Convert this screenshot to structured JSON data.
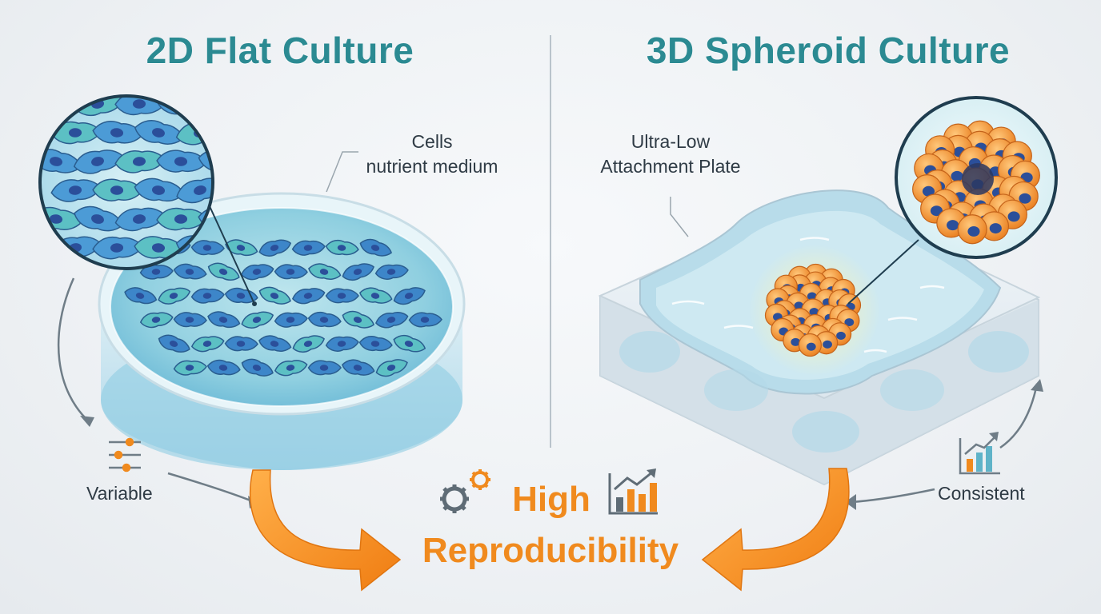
{
  "left_panel": {
    "title": "2D Flat Culture",
    "annotation_line1": "Cells",
    "annotation_line2": "nutrient medium",
    "side_label": "Variable"
  },
  "right_panel": {
    "title": "3D Spheroid Culture",
    "annotation_line1": "Ultra-Low",
    "annotation_line2": "Attachment Plate",
    "side_label": "Consistent"
  },
  "center": {
    "line1": "High",
    "line2": "Reproducibility"
  },
  "colors": {
    "title": "#2b8a92",
    "accent_orange": "#f08a1e",
    "cell_blue": "#3d86c9",
    "cell_teal": "#5cc0c4",
    "spheroid_orange": "#f29a36",
    "nucleus": "#2b4f9a"
  },
  "icons": [
    "sliders-icon",
    "gears-icon",
    "bar-chart-up-icon",
    "bar-chart-icon"
  ]
}
